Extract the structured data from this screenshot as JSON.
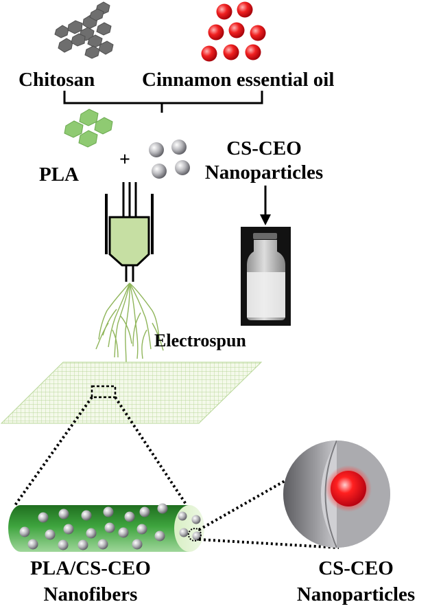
{
  "labels": {
    "chitosan": "Chitosan",
    "cinnamon_oil": "Cinnamon essential oil",
    "pla": "PLA",
    "plus": "+",
    "cs_ceo_top_line1": "CS-CEO",
    "cs_ceo_top_line2": "Nanoparticles",
    "electrospun": "Electrospun",
    "fiber_line1": "PLA/CS-CEO",
    "fiber_line2": "Nanofibers",
    "cs_ceo_bottom_line1": "CS-CEO",
    "cs_ceo_bottom_line2": "Nanoparticles"
  },
  "colors": {
    "chitosan": "#6e6e6e",
    "cinnamon_oil": "#e8141c",
    "pla": "#8fca72",
    "nanoparticle": "#b4b4b8",
    "syringe_fill": "#c6dfa3",
    "fiber_green": "#2a8a2a",
    "mesh": "#cfe3b0",
    "shell_grey": "#8a8a8a"
  },
  "icons": {
    "chitosan": "hexagon-cluster-icon",
    "cinnamon_oil": "red-sphere-cluster-icon",
    "pla": "green-hexagon-cluster-icon",
    "nanoparticles": "grey-sphere-cluster-icon",
    "syringe": "syringe-icon",
    "vial": "vial-photo-icon"
  }
}
